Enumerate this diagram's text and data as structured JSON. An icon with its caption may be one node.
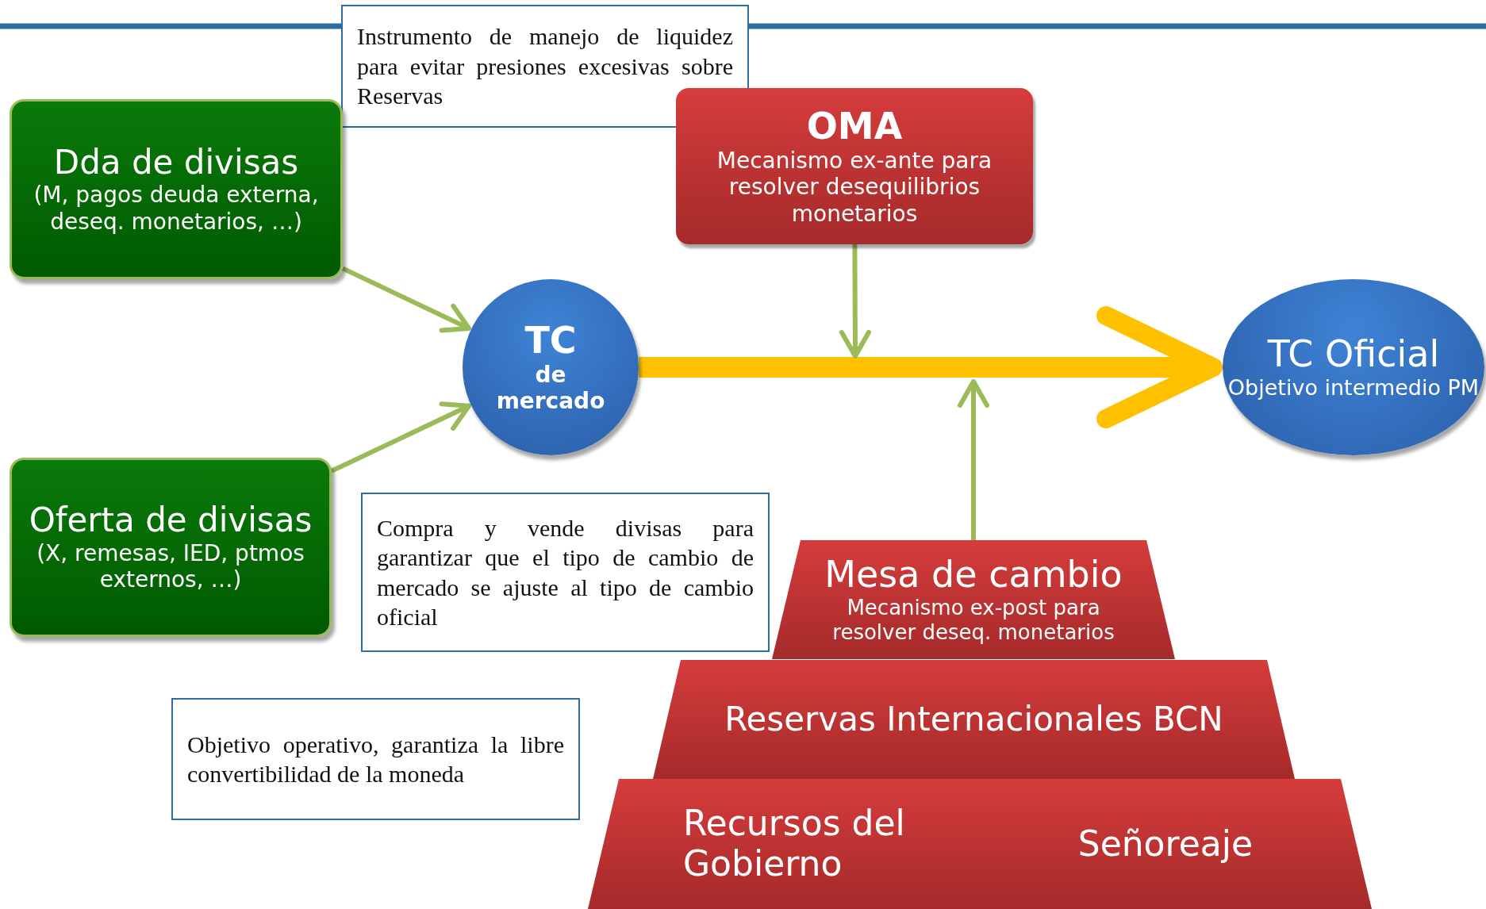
{
  "diagram": {
    "nodes": [
      {
        "text": [
          "Instrumento de manejo de liquidez para evitar presiones excesivas sobre Reservas"
        ]
      },
      {
        "text": [
          "Dda de divisas",
          "(M, pagos deuda externa, deseq. monetarios, …)"
        ]
      },
      {
        "text": [
          "OMA",
          "Mecanismo ex-ante para resolver desequilibrios monetarios"
        ]
      },
      {
        "text": [
          "TC",
          "de mercado"
        ]
      },
      {
        "text": [
          "TC Oficial",
          "Objetivo intermedio PM"
        ]
      },
      {
        "text": [
          "Oferta de divisas",
          "(X, remesas, IED, ptmos externos, …)"
        ]
      },
      {
        "text": [
          "Compra y vende divisas para garantizar que el tipo de cambio de mercado se ajuste al tipo de cambio oficial"
        ]
      },
      {
        "text": [
          "Mesa de cambio",
          "Mecanismo ex-post para resolver deseq. monetarios"
        ]
      },
      {
        "text": [
          "Reservas Internacionales BCN"
        ]
      },
      {
        "text": [
          "Recursos del Gobierno",
          "Señoreaje"
        ]
      },
      {
        "text": [
          "Objetivo operativo, garantiza la libre convertibilidad de la moneda"
        ]
      }
    ],
    "edges": [
      {
        "from": 1,
        "to": 3,
        "arrow": "to"
      },
      {
        "from": 5,
        "to": 3,
        "arrow": "to"
      },
      {
        "from": 3,
        "to": 4,
        "arrow": "to",
        "style": "thick",
        "color": "#ffc000"
      },
      {
        "from": 2,
        "to": null,
        "arrow": "to"
      },
      {
        "from": 7,
        "to": null,
        "arrow": "to"
      }
    ]
  }
}
